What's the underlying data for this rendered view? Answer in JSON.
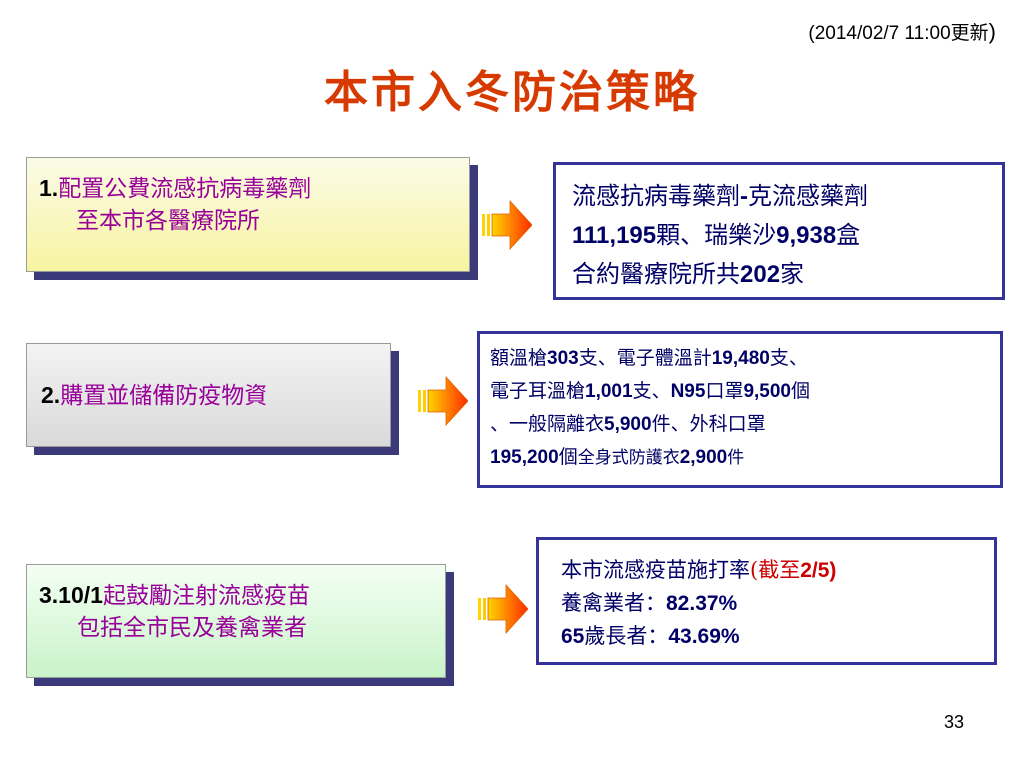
{
  "update": {
    "date": "(2014/02/7 11:00",
    "label": "更新",
    "close": ")"
  },
  "title": "本市入冬防治策略",
  "strategies": [
    {
      "num": "1.",
      "line1": "配置公費流感抗病毒藥劑",
      "line2": "至本市各醫療院所"
    },
    {
      "num": "2.",
      "line1": "購置並儲備防疫物資"
    },
    {
      "num": "3.10/1",
      "line1": "起鼓勵注射流感疫苗",
      "line2": "包括全市民及養禽業者"
    }
  ],
  "info1": {
    "t1": "流感抗病毒藥劑",
    "n1": "-",
    "t1b": "克流感藥劑",
    "n2": "111,195",
    "t2": "顆、瑞樂沙",
    "n3": "9,938",
    "t3": "盒",
    "t4": "合約醫療院所共",
    "n4": "202",
    "t5": "家"
  },
  "info2": {
    "a1": "額溫槍",
    "a1n": "303",
    "a2": "支、電子體溫計",
    "a2n": "19,480",
    "a3": "支、",
    "b1": "電子耳溫槍",
    "b1n": "1,001",
    "b2": "支、",
    "b2n": "N95",
    "b3": "口罩",
    "b3n": "9,500",
    "b4": "個",
    "c1": "、一般隔離衣",
    "c1n": "5,900",
    "c2": "件、外科口罩",
    "d1n": "195,200",
    "d1": "個",
    "d2": "全身式防護衣",
    "d2n": "2,900",
    "d3": "件"
  },
  "info3": {
    "line1": "本市流感疫苗施打率",
    "red1": "(截至",
    "red1n": "2/5)",
    "line2": "養禽業者：",
    "line2n": "82.37%",
    "line3n": "65",
    "line3": "歲長者：",
    "line3v": "43.69%"
  },
  "page_number": "33",
  "colors": {
    "title": "#d63a00",
    "strategy_text": "#990099",
    "info_text": "#000066",
    "info_border": "#33339a",
    "highlight": "#cc0000"
  },
  "icons": [
    "right-arrow-icon",
    "right-arrow-icon",
    "right-arrow-icon"
  ]
}
